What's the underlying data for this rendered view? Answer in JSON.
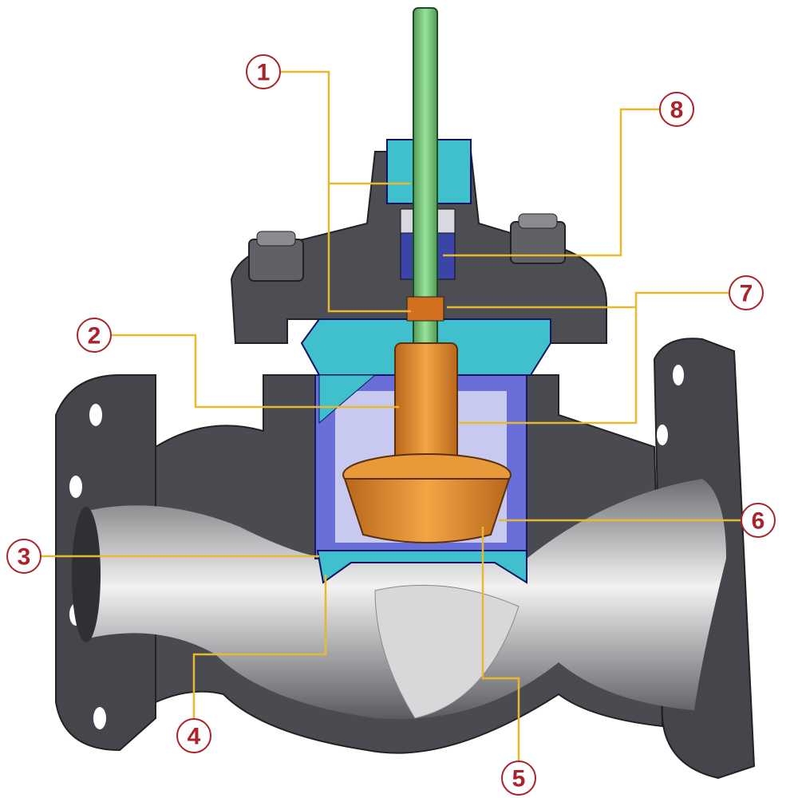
{
  "colors": {
    "callout": "#a8232a",
    "leader": "#e8b830",
    "body": "#4a4b50",
    "bore": "#c9cacd",
    "bonnet_trim": "#3fc0cc",
    "stem": "#7cc87a",
    "plug": "#e0902e",
    "cage": "#6a6ed8"
  },
  "callouts": [
    {
      "label": "1"
    },
    {
      "label": "2"
    },
    {
      "label": "3"
    },
    {
      "label": "4"
    },
    {
      "label": "5"
    },
    {
      "label": "6"
    },
    {
      "label": "7"
    },
    {
      "label": "8"
    }
  ]
}
